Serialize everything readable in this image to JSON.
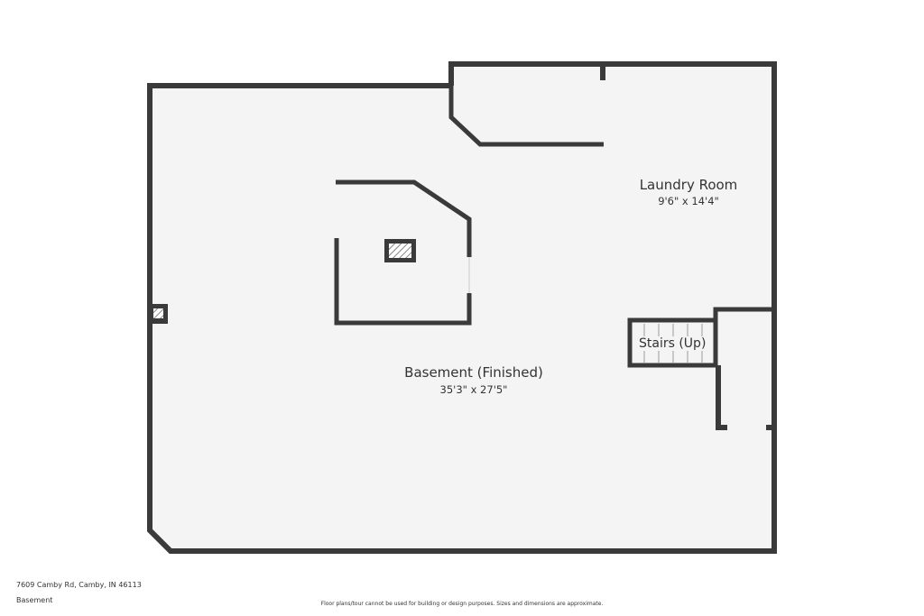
{
  "rooms": {
    "laundry": {
      "name": "Laundry Room",
      "dimensions": "9'6\" x 14'4\""
    },
    "basement": {
      "name": "Basement (Finished)",
      "dimensions": "35'3\" x 27'5\""
    },
    "stairs": {
      "name": "Stairs (Up)"
    }
  },
  "footer": {
    "address": "7609 Camby Rd, Camby, IN 46113",
    "floor_name": "Basement",
    "disclaimer": "Floor plans/tour cannot be used for building or design purposes. Sizes and dimensions are approximate."
  },
  "colors": {
    "wall": "#3a3a3a",
    "floor": "#f4f4f4",
    "background": "#ffffff"
  }
}
